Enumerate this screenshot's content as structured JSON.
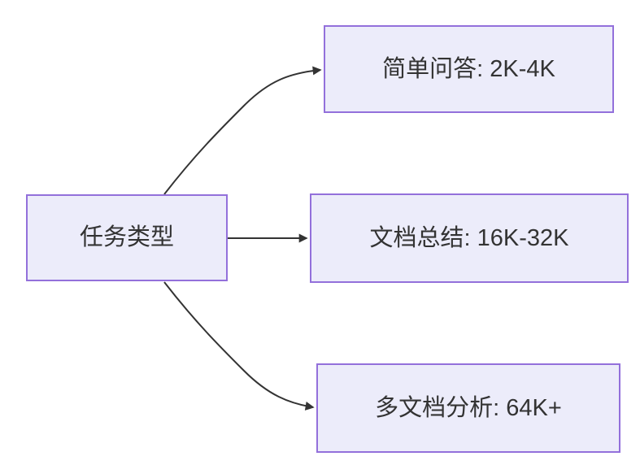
{
  "diagram": {
    "type": "flowchart",
    "direction": "left-to-right",
    "root": {
      "label": "任务类型"
    },
    "branches": [
      {
        "label": "简单问答: 2K-4K"
      },
      {
        "label": "文档总结: 16K-32K"
      },
      {
        "label": "多文档分析: 64K+"
      }
    ],
    "colors": {
      "background": "#FFFFFF",
      "node-fill": "#ECECFA",
      "node-border": "#9370DB",
      "edge": "#333333",
      "text": "#333333"
    }
  }
}
